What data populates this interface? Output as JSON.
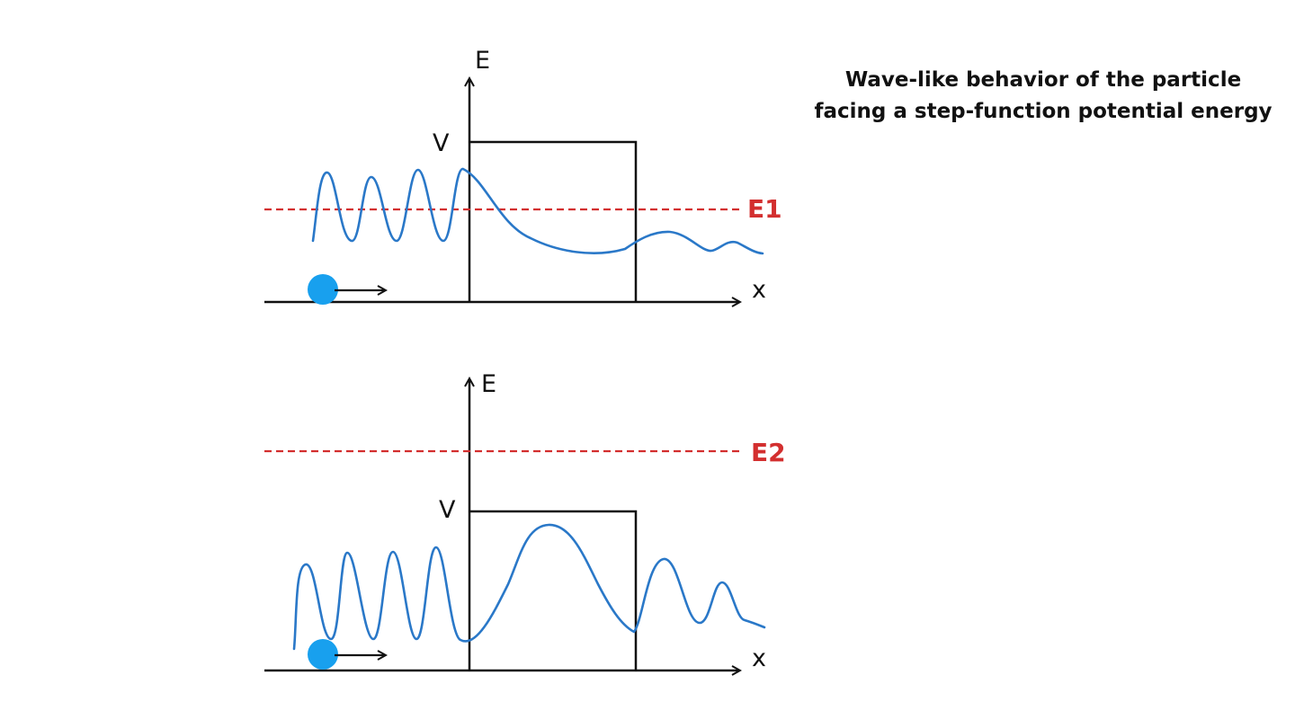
{
  "title": {
    "line1": "Wave-like behavior of the particle",
    "line2": "facing a step-function potential energy"
  },
  "colors": {
    "axes": "#111111",
    "wave": "#2a78c8",
    "energy_line": "#d32f2f",
    "particle": "#18a0ee"
  },
  "panels": [
    {
      "y_axis_label": "E",
      "x_axis_label": "x",
      "barrier_label": "V",
      "energy_label": "E1",
      "energy_relation": "below barrier",
      "particle_icon": "particle-dot-with-arrow"
    },
    {
      "y_axis_label": "E",
      "x_axis_label": "x",
      "barrier_label": "V",
      "energy_label": "E2",
      "energy_relation": "above barrier",
      "particle_icon": "particle-dot-with-arrow"
    }
  ]
}
